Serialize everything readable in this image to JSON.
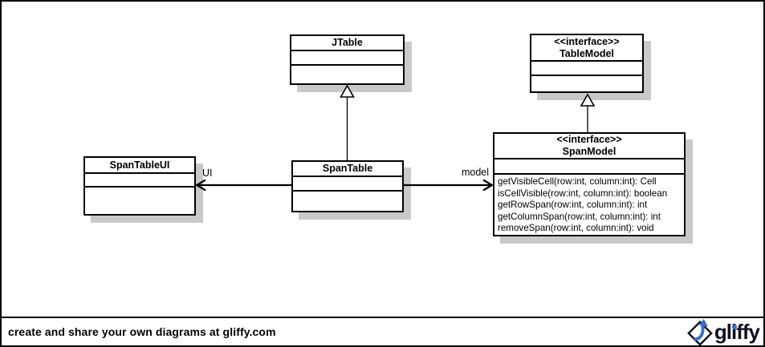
{
  "diagram": {
    "classes": {
      "jtable": {
        "name": "JTable"
      },
      "tablemodel": {
        "stereotype": "<<interface>>",
        "name": "TableModel"
      },
      "spantableui": {
        "name": "SpanTableUI"
      },
      "spantable": {
        "name": "SpanTable"
      },
      "spanmodel": {
        "stereotype": "<<interface>>",
        "name": "SpanModel",
        "methods": [
          "getVisibleCell(row:int, column:int): Cell",
          "isCellVisible(row:int, column:int): boolean",
          "getRowSpan(row:int, column:int): int",
          "getColumnSpan(row:int, column:int): int",
          "removeSpan(row:int, column:int): void"
        ]
      }
    },
    "edge_labels": {
      "ui": "UI",
      "model": "model"
    },
    "relationships": [
      "SpanTable --|> JTable (generalization)",
      "SpanModel --|> TableModel (generalization)",
      "SpanTable --> SpanTableUI (UI)",
      "SpanTable --> SpanModel (model)"
    ]
  },
  "footer": {
    "tagline": "create and share your own diagrams at gliffy.com",
    "brand": "gliffy"
  },
  "colors": {
    "box_border": "#000000",
    "box_fill": "#ffffff",
    "shadow": "#c9c9c9",
    "line": "#000000",
    "brand_blue": "#3a6fc7",
    "brand_dark": "#11101f"
  }
}
